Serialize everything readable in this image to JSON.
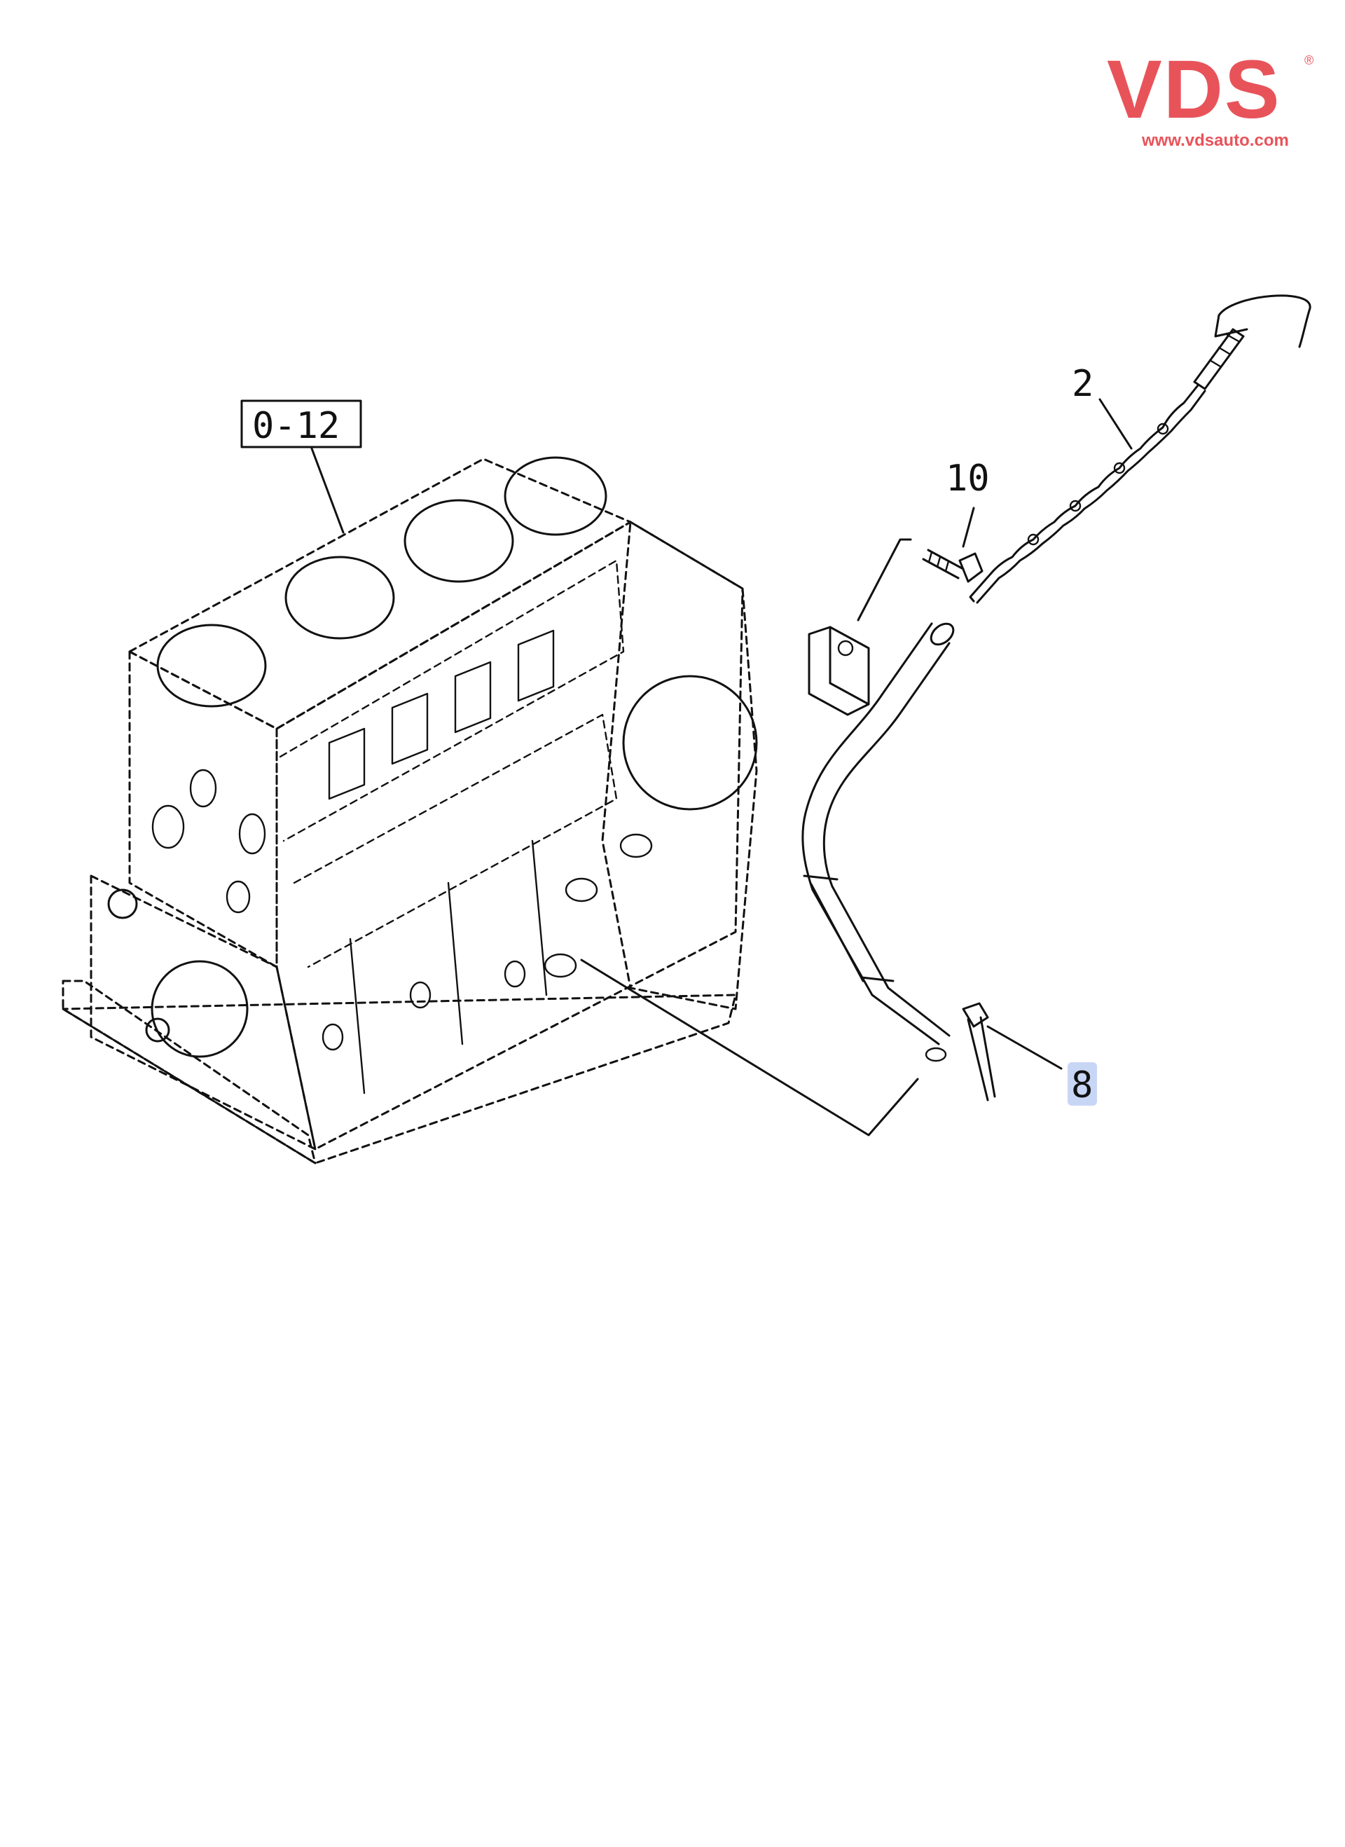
{
  "logo": {
    "brand": "VDS",
    "registered_mark": "®",
    "website": "www.vdsauto.com",
    "color": "#e8535a"
  },
  "diagram": {
    "reference_label": "0-12",
    "callouts": [
      {
        "id": "2",
        "text": "2"
      },
      {
        "id": "10",
        "text": "10"
      },
      {
        "id": "8",
        "text": "8",
        "highlighted": true
      }
    ],
    "highlight_color": "#c8d6f5",
    "line_color": "#111111"
  }
}
